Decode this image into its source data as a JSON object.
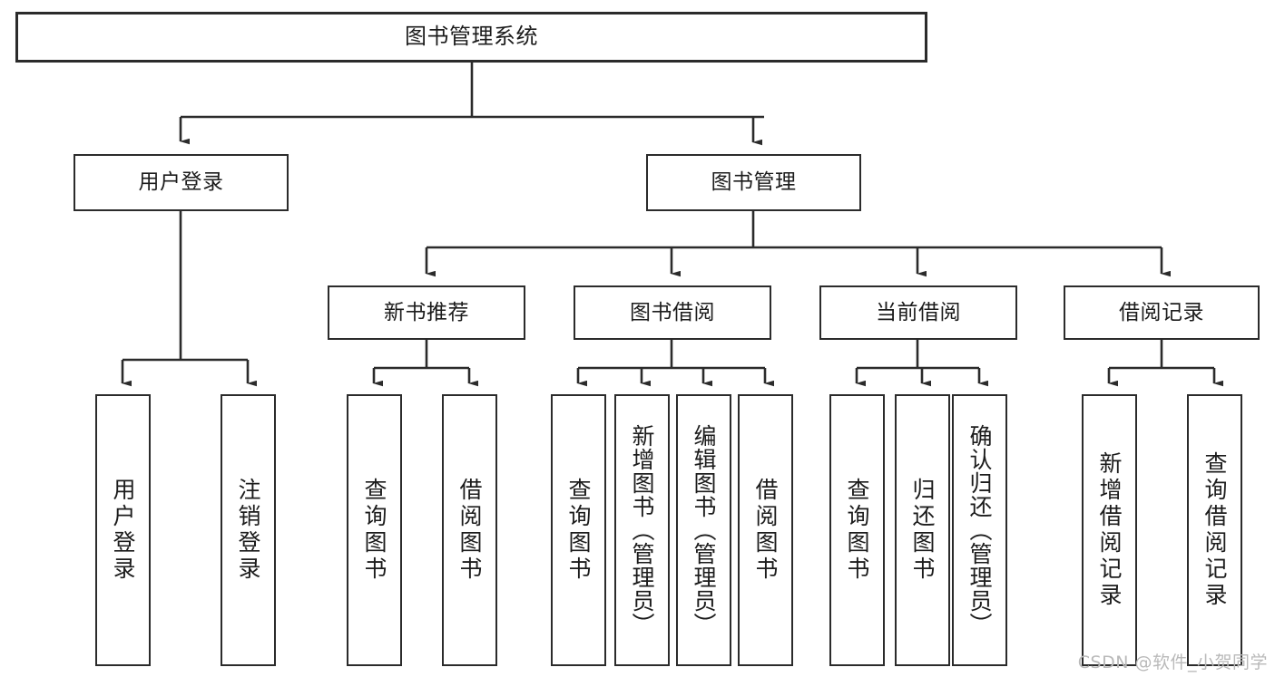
{
  "diagram": {
    "title": "图书管理系统",
    "type": "tree-hierarchy-chart",
    "root": {
      "label": "图书管理系统"
    },
    "level2": [
      {
        "label": "用户登录"
      },
      {
        "label": "图书管理"
      }
    ],
    "level3": [
      {
        "label": "新书推荐"
      },
      {
        "label": "图书借阅"
      },
      {
        "label": "当前借阅"
      },
      {
        "label": "借阅记录"
      }
    ],
    "leaves": {
      "user_login": [
        {
          "label": "用户登录"
        },
        {
          "label": "注销登录"
        }
      ],
      "new_book_recommend": [
        {
          "label": "查询图书"
        },
        {
          "label": "借阅图书"
        }
      ],
      "book_borrow": [
        {
          "label": "查询图书"
        },
        {
          "label": "新增图书（管理员）"
        },
        {
          "label": "编辑图书（管理员）"
        },
        {
          "label": "借阅图书"
        }
      ],
      "current_borrow": [
        {
          "label": "查询图书"
        },
        {
          "label": "归还图书"
        },
        {
          "label": "确认归还（管理员）"
        }
      ],
      "borrow_record": [
        {
          "label": "新增借阅记录"
        },
        {
          "label": "查询借阅记录"
        }
      ]
    }
  },
  "watermark": {
    "text": "CSDN @软件_小贺同学"
  },
  "colors": {
    "stroke": "#2b2b2b",
    "fill": "#ffffff",
    "text": "#1c1c1c",
    "watermark": "#b9b9b9"
  }
}
